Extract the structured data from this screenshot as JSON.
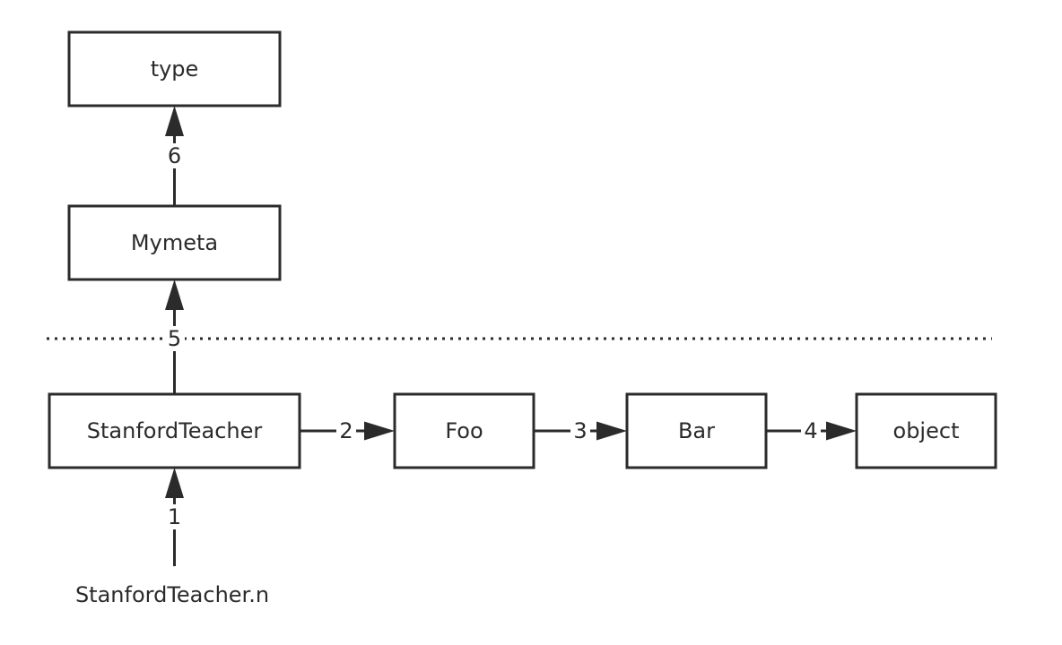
{
  "nodes": {
    "type": "type",
    "mymeta": "Mymeta",
    "stanford_teacher": "StanfordTeacher",
    "foo": "Foo",
    "bar": "Bar",
    "object": "object"
  },
  "instance_label": "StanfordTeacher.n",
  "edges": {
    "e1": "1",
    "e2": "2",
    "e3": "3",
    "e4": "4",
    "e5": "5",
    "e6": "6"
  }
}
